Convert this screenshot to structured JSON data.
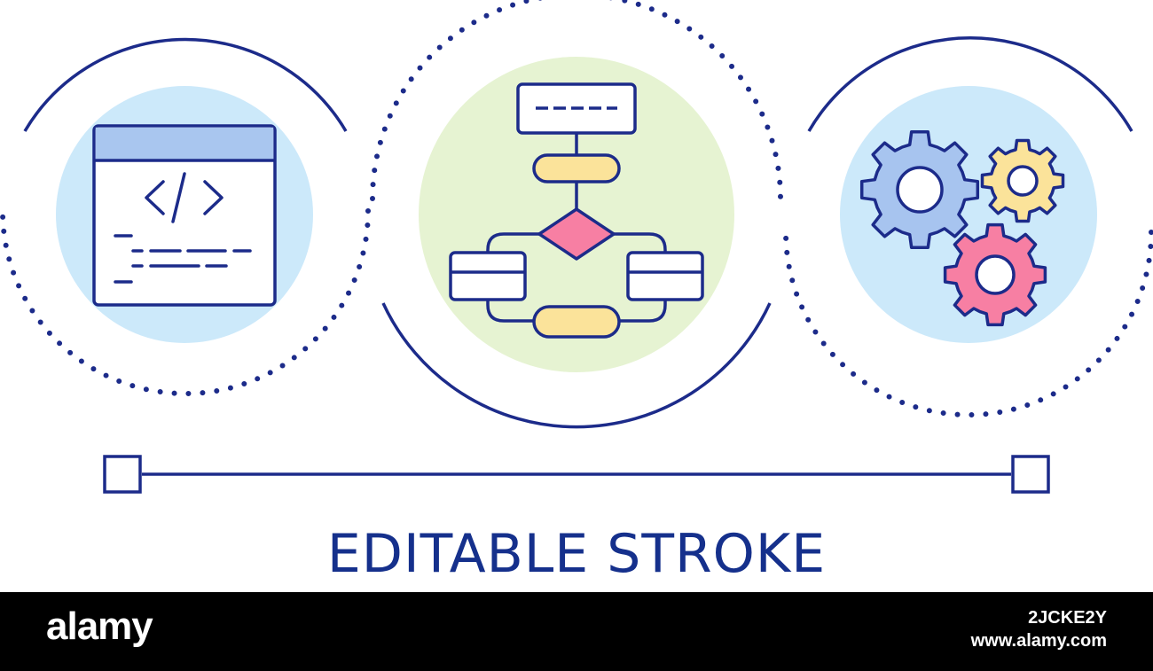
{
  "caption": "EDITABLE STROKE",
  "footer": {
    "brand": "alamy",
    "image_id": "2JCKE2Y",
    "url": "www.alamy.com"
  },
  "colors": {
    "stroke": "#1c2b8a",
    "caption": "#15308c",
    "blue_fill": "#cce9fa",
    "green_fill": "#e6f3d2",
    "header_blue": "#a9c6ef",
    "pink": "#f77fa3",
    "yellow": "#fbe39a",
    "gear_blue": "#a7c4ef",
    "footer_bg": "#000000"
  },
  "icons": [
    "code-window-icon",
    "flowchart-icon",
    "gears-icon",
    "editable-stroke-line-icon"
  ]
}
